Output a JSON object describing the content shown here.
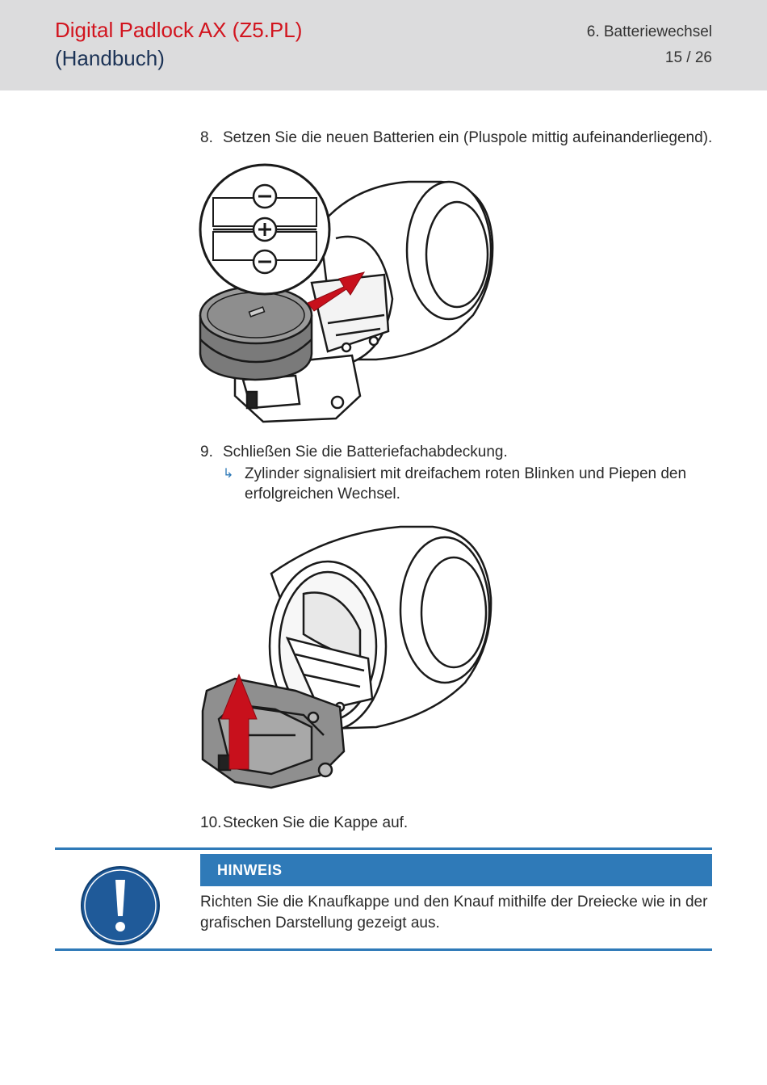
{
  "header": {
    "title_line1": "Digital Padlock AX (Z5.PL)",
    "title_line2": "(Handbuch)",
    "section": "6. Batteriewechsel",
    "page": "15 / 26"
  },
  "steps": {
    "s8": {
      "num": "8.",
      "text": "Setzen Sie die neuen Batterien ein (Pluspole mittig aufeinanderliegend)."
    },
    "s9": {
      "num": "9.",
      "text": "Schließen Sie die Batteriefachabdeckung."
    },
    "s9_result": {
      "symbol": "↳",
      "text": "Zylinder signalisiert mit dreifachem roten Blinken und Piepen den erfolgreichen Wechsel."
    },
    "s10": {
      "num": "10.",
      "text": "Stecken Sie die Kappe auf."
    }
  },
  "notice": {
    "heading": "HINWEIS",
    "text": "Richten Sie die Knaufkappe und den Knauf mithilfe der Dreiecke wie in der grafischen Darstellung gezeigt aus."
  },
  "colors": {
    "brand_red": "#d2141e",
    "brand_navy": "#1c3356",
    "accent_blue": "#2f7ab8",
    "arrow_red": "#c8101c"
  },
  "icons": {
    "notice": "exclamation-circle-icon"
  }
}
